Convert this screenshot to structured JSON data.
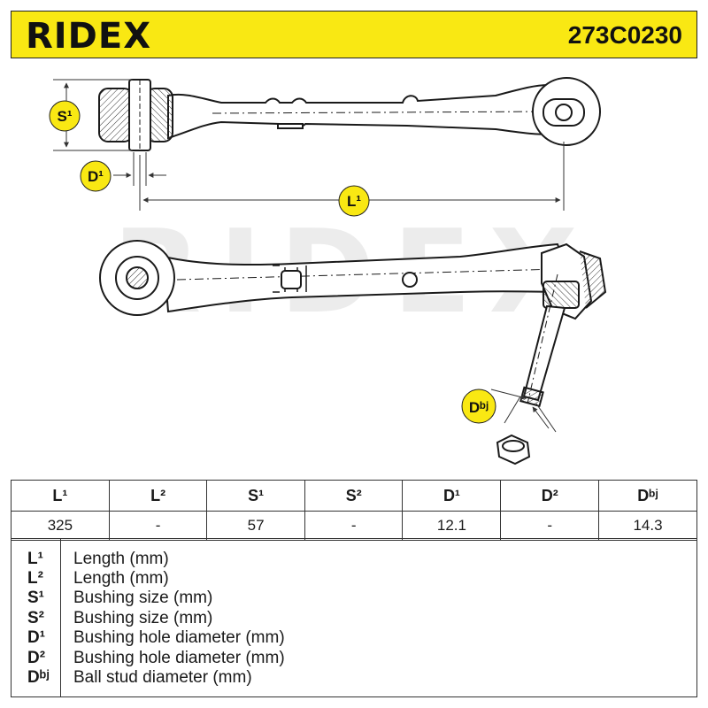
{
  "brand": "RIDEX",
  "part_number": "273C0230",
  "watermark": "RIDEX",
  "labels": {
    "s1": "S¹",
    "d1": "D¹",
    "l1": "L¹",
    "dbj": "Dᵇʲ"
  },
  "specs": {
    "headers": [
      "L¹",
      "L²",
      "S¹",
      "S²",
      "D¹",
      "D²",
      "Dᵇʲ"
    ],
    "values": [
      "325",
      "-",
      "57",
      "-",
      "12.1",
      "-",
      "14.3"
    ]
  },
  "legend": [
    {
      "symbol": "L¹",
      "text": "Length (mm)"
    },
    {
      "symbol": "L²",
      "text": "Length (mm)"
    },
    {
      "symbol": "S¹",
      "text": "Bushing size (mm)"
    },
    {
      "symbol": "S²",
      "text": "Bushing size (mm)"
    },
    {
      "symbol": "D¹",
      "text": "Bushing hole diameter (mm)"
    },
    {
      "symbol": "D²",
      "text": "Bushing hole diameter (mm)"
    },
    {
      "symbol": "Dᵇʲ",
      "text": "Ball stud diameter (mm)"
    }
  ],
  "colors": {
    "accent": "#f9e813",
    "line": "#1a1a1a",
    "watermark": "#ececec"
  }
}
